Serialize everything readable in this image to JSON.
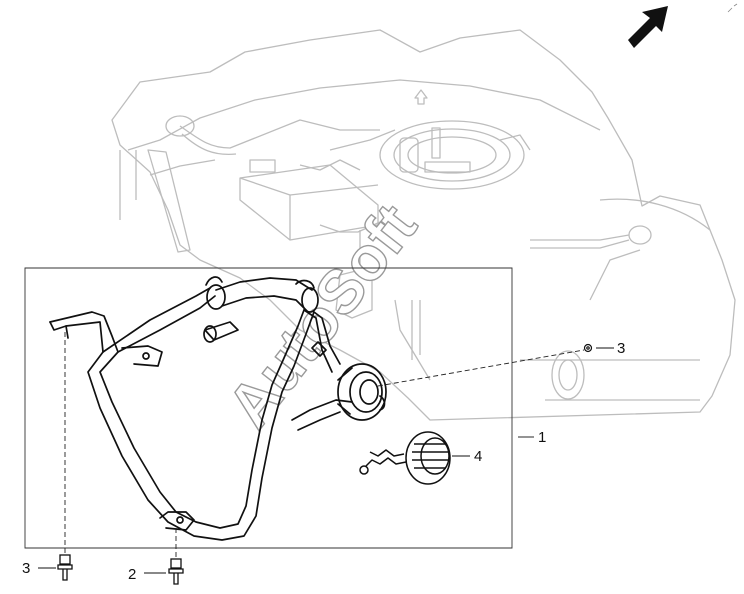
{
  "watermark": "AutoSoft",
  "callouts": {
    "fuel_filler_assembly": "1",
    "bolt_lower": "2",
    "bolt_left": "3",
    "clip_right": "3",
    "fuel_cap": "4"
  },
  "icons": {
    "direction_arrow": "front-direction-arrow-icon"
  },
  "colors": {
    "line_main": "#111111",
    "line_faint": "#b8b8b8",
    "background": "#ffffff"
  }
}
